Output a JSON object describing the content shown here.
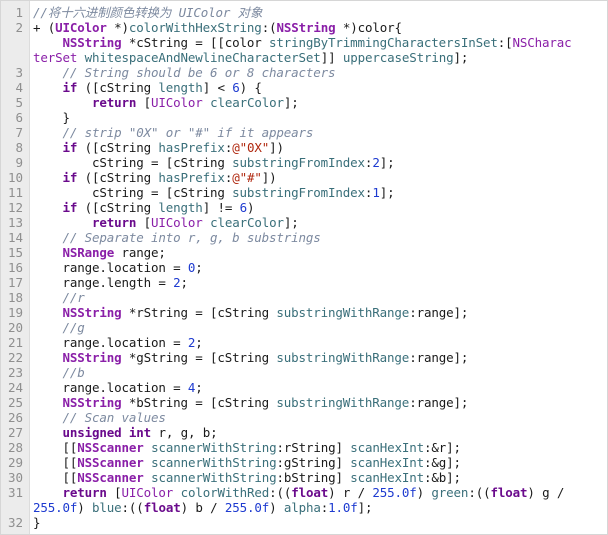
{
  "colors": {
    "comment": "#7d8aa0",
    "keyword": "#6a0a8c",
    "type": "#8a1fa8",
    "method": "#3a6f7a",
    "number": "#1e3bd0",
    "string": "#b0280f",
    "gutter": "#ececec",
    "line_number": "#8f8f8f"
  },
  "lines": [
    {
      "n": "1",
      "tokens": [
        [
          "cm",
          "//将十六进制颜色转换为 UIColor 对象"
        ]
      ]
    },
    {
      "n": "2",
      "tokens": [
        [
          "",
          "+ ("
        ],
        [
          "ty",
          "UIColor"
        ],
        [
          "",
          " *)"
        ],
        [
          "me",
          "colorWithHexString"
        ],
        [
          "",
          ":("
        ],
        [
          "ty",
          "NSString"
        ],
        [
          "",
          " *)color{"
        ]
      ]
    },
    {
      "n": "",
      "tokens": [
        [
          "",
          "    "
        ],
        [
          "ty",
          "NSString"
        ],
        [
          "",
          " *cString = [[color "
        ],
        [
          "me",
          "stringByTrimmingCharactersInSet"
        ],
        [
          "",
          ":["
        ],
        [
          "cl",
          "NSCharac"
        ]
      ]
    },
    {
      "n": "",
      "tokens": [
        [
          "cl",
          "terSet"
        ],
        [
          "",
          " "
        ],
        [
          "me",
          "whitespaceAndNewlineCharacterSet"
        ],
        [
          "",
          "]] "
        ],
        [
          "me",
          "uppercaseString"
        ],
        [
          "",
          "];"
        ]
      ]
    },
    {
      "n": "3",
      "tokens": [
        [
          "",
          "    "
        ],
        [
          "cm",
          "// String should be 6 or 8 characters"
        ]
      ]
    },
    {
      "n": "4",
      "tokens": [
        [
          "",
          "    "
        ],
        [
          "kw",
          "if"
        ],
        [
          "",
          " ([cString "
        ],
        [
          "me",
          "length"
        ],
        [
          "",
          "] < "
        ],
        [
          "nu",
          "6"
        ],
        [
          "",
          ") {"
        ]
      ]
    },
    {
      "n": "5",
      "tokens": [
        [
          "",
          "        "
        ],
        [
          "kw",
          "return"
        ],
        [
          "",
          " ["
        ],
        [
          "cl",
          "UIColor"
        ],
        [
          "",
          " "
        ],
        [
          "me",
          "clearColor"
        ],
        [
          "",
          "];"
        ]
      ]
    },
    {
      "n": "6",
      "tokens": [
        [
          "",
          "    }"
        ]
      ]
    },
    {
      "n": "7",
      "tokens": [
        [
          "",
          "    "
        ],
        [
          "cm",
          "// strip \"0X\" or \"#\" if it appears"
        ]
      ]
    },
    {
      "n": "8",
      "tokens": [
        [
          "",
          "    "
        ],
        [
          "kw",
          "if"
        ],
        [
          "",
          " ([cString "
        ],
        [
          "me",
          "hasPrefix"
        ],
        [
          "",
          ":"
        ],
        [
          "st",
          "@\"0X\""
        ],
        [
          "",
          "])"
        ]
      ]
    },
    {
      "n": "9",
      "tokens": [
        [
          "",
          "        cString = [cString "
        ],
        [
          "me",
          "substringFromIndex"
        ],
        [
          "",
          ":"
        ],
        [
          "nu",
          "2"
        ],
        [
          "",
          "];"
        ]
      ]
    },
    {
      "n": "10",
      "tokens": [
        [
          "",
          "    "
        ],
        [
          "kw",
          "if"
        ],
        [
          "",
          " ([cString "
        ],
        [
          "me",
          "hasPrefix"
        ],
        [
          "",
          ":"
        ],
        [
          "st",
          "@\"#\""
        ],
        [
          "",
          "])"
        ]
      ]
    },
    {
      "n": "11",
      "tokens": [
        [
          "",
          "        cString = [cString "
        ],
        [
          "me",
          "substringFromIndex"
        ],
        [
          "",
          ":"
        ],
        [
          "nu",
          "1"
        ],
        [
          "",
          "];"
        ]
      ]
    },
    {
      "n": "12",
      "tokens": [
        [
          "",
          "    "
        ],
        [
          "kw",
          "if"
        ],
        [
          "",
          " ([cString "
        ],
        [
          "me",
          "length"
        ],
        [
          "",
          "] != "
        ],
        [
          "nu",
          "6"
        ],
        [
          "",
          ")"
        ]
      ]
    },
    {
      "n": "13",
      "tokens": [
        [
          "",
          "        "
        ],
        [
          "kw",
          "return"
        ],
        [
          "",
          " ["
        ],
        [
          "cl",
          "UIColor"
        ],
        [
          "",
          " "
        ],
        [
          "me",
          "clearColor"
        ],
        [
          "",
          "];"
        ]
      ]
    },
    {
      "n": "14",
      "tokens": [
        [
          "",
          "    "
        ],
        [
          "cm",
          "// Separate into r, g, b substrings"
        ]
      ]
    },
    {
      "n": "15",
      "tokens": [
        [
          "",
          "    "
        ],
        [
          "ty",
          "NSRange"
        ],
        [
          "",
          " range;"
        ]
      ]
    },
    {
      "n": "16",
      "tokens": [
        [
          "",
          "    range.location = "
        ],
        [
          "nu",
          "0"
        ],
        [
          "",
          ";"
        ]
      ]
    },
    {
      "n": "17",
      "tokens": [
        [
          "",
          "    range.length = "
        ],
        [
          "nu",
          "2"
        ],
        [
          "",
          ";"
        ]
      ]
    },
    {
      "n": "18",
      "tokens": [
        [
          "",
          "    "
        ],
        [
          "cm",
          "//r"
        ]
      ]
    },
    {
      "n": "19",
      "tokens": [
        [
          "",
          "    "
        ],
        [
          "ty",
          "NSString"
        ],
        [
          "",
          " *rString = [cString "
        ],
        [
          "me",
          "substringWithRange"
        ],
        [
          "",
          ":range];"
        ]
      ]
    },
    {
      "n": "20",
      "tokens": [
        [
          "",
          "    "
        ],
        [
          "cm",
          "//g"
        ]
      ]
    },
    {
      "n": "21",
      "tokens": [
        [
          "",
          "    range.location = "
        ],
        [
          "nu",
          "2"
        ],
        [
          "",
          ";"
        ]
      ]
    },
    {
      "n": "22",
      "tokens": [
        [
          "",
          "    "
        ],
        [
          "ty",
          "NSString"
        ],
        [
          "",
          " *gString = [cString "
        ],
        [
          "me",
          "substringWithRange"
        ],
        [
          "",
          ":range];"
        ]
      ]
    },
    {
      "n": "23",
      "tokens": [
        [
          "",
          "    "
        ],
        [
          "cm",
          "//b"
        ]
      ]
    },
    {
      "n": "24",
      "tokens": [
        [
          "",
          "    range.location = "
        ],
        [
          "nu",
          "4"
        ],
        [
          "",
          ";"
        ]
      ]
    },
    {
      "n": "25",
      "tokens": [
        [
          "",
          "    "
        ],
        [
          "ty",
          "NSString"
        ],
        [
          "",
          " *bString = [cString "
        ],
        [
          "me",
          "substringWithRange"
        ],
        [
          "",
          ":range];"
        ]
      ]
    },
    {
      "n": "26",
      "tokens": [
        [
          "",
          "    "
        ],
        [
          "cm",
          "// Scan values"
        ]
      ]
    },
    {
      "n": "27",
      "tokens": [
        [
          "",
          "    "
        ],
        [
          "kw",
          "unsigned"
        ],
        [
          "",
          " "
        ],
        [
          "kw",
          "int"
        ],
        [
          "",
          " r, g, b;"
        ]
      ]
    },
    {
      "n": "28",
      "tokens": [
        [
          "",
          "    [["
        ],
        [
          "ty",
          "NSScanner"
        ],
        [
          "",
          " "
        ],
        [
          "me",
          "scannerWithString"
        ],
        [
          "",
          ":rString] "
        ],
        [
          "me",
          "scanHexInt"
        ],
        [
          "",
          ":&r];"
        ]
      ]
    },
    {
      "n": "29",
      "tokens": [
        [
          "",
          "    [["
        ],
        [
          "ty",
          "NSScanner"
        ],
        [
          "",
          " "
        ],
        [
          "me",
          "scannerWithString"
        ],
        [
          "",
          ":gString] "
        ],
        [
          "me",
          "scanHexInt"
        ],
        [
          "",
          ":&g];"
        ]
      ]
    },
    {
      "n": "30",
      "tokens": [
        [
          "",
          "    [["
        ],
        [
          "ty",
          "NSScanner"
        ],
        [
          "",
          " "
        ],
        [
          "me",
          "scannerWithString"
        ],
        [
          "",
          ":bString] "
        ],
        [
          "me",
          "scanHexInt"
        ],
        [
          "",
          ":&b];"
        ]
      ]
    },
    {
      "n": "31",
      "tokens": [
        [
          "",
          "    "
        ],
        [
          "kw",
          "return"
        ],
        [
          "",
          " ["
        ],
        [
          "cl",
          "UIColor"
        ],
        [
          "",
          " "
        ],
        [
          "me",
          "colorWithRed"
        ],
        [
          "",
          ":(("
        ],
        [
          "kw",
          "float"
        ],
        [
          "",
          ") r / "
        ],
        [
          "nu",
          "255.0f"
        ],
        [
          "",
          ") "
        ],
        [
          "me",
          "green"
        ],
        [
          "",
          ":(("
        ],
        [
          "kw",
          "float"
        ],
        [
          "",
          ") g /"
        ]
      ]
    },
    {
      "n": "",
      "tokens": [
        [
          "nu",
          "255.0f"
        ],
        [
          "",
          ") "
        ],
        [
          "me",
          "blue"
        ],
        [
          "",
          ":(("
        ],
        [
          "kw",
          "float"
        ],
        [
          "",
          ") b / "
        ],
        [
          "nu",
          "255.0f"
        ],
        [
          "",
          ") "
        ],
        [
          "me",
          "alpha"
        ],
        [
          "",
          ":"
        ],
        [
          "nu",
          "1.0f"
        ],
        [
          "",
          "];"
        ]
      ]
    },
    {
      "n": "32",
      "tokens": [
        [
          "",
          "}"
        ]
      ]
    }
  ]
}
